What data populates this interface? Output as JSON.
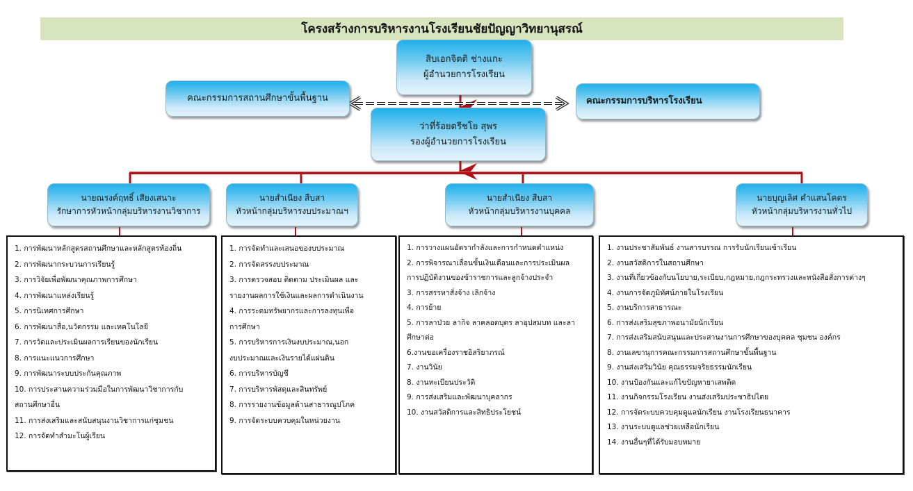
{
  "title": "โครงสร้างการบริหารงานโรงเรียนชัยปัญญาวิทยานุสรณ์",
  "colors": {
    "title_bg": "#d7e4bd",
    "node_top": "#1fb0ec",
    "node_bottom": "#e4f3fb",
    "connector": "#b0101a",
    "task_border": "#111111"
  },
  "director": {
    "name": "สิบเอกจิตติ ช่างแกะ",
    "position": "ผู้อำนวยการโรงเรียน"
  },
  "left_committee": {
    "label": "คณะกรรมการสถานศึกษาขั้นพื้นฐาน"
  },
  "right_committee": {
    "label": "คณะกรรมการบริหารโรงเรียน"
  },
  "deputy": {
    "name": "ว่าที่ร้อยตรีชโย สุพร",
    "position": "รองผู้อำนวยการโรงเรียน"
  },
  "groups": [
    {
      "name": "นายณรงค์ฤทธิ์  เสียงเสนาะ",
      "position": "รักษาการหัวหน้ากลุ่มบริหารงานวิชาการ",
      "tasks": [
        "1. การพัฒนาหลักสูตรสถานศึกษาและหลักสูตรท้องถิ่น",
        "2.  การพัฒนากระบวนการเรียนรู้",
        "3. การวิจัยเพื่อพัฒนาคุณภาพการศึกษา",
        "4. การพัฒนาแหล่งเรียนรู้",
        "5. การนิเทศการศึกษา",
        "6. การพัฒนาสื่อ,นวัตกรรม และเทคโนโลยี",
        "7. การวัดและประเมินผลการเรียนของนักเรียน",
        "8. การแนะแนวการศึกษา",
        "9. การพัฒนาระบบประกันคุณภาพ",
        "10. การประสานความร่วมมือในการพัฒนาวิชาการกับ",
        "สถานศึกษาอื่น",
        "11.  การส่งเสริมและสนับสนุนงานวิชาการแก่ชุมชน",
        "12. การจัดทำสำมะโนผู้เรียน"
      ]
    },
    {
      "name": "นายสำเนียง สืบสา",
      "position": "หัวหน้ากลุ่มบริหารงบประมาณฯ",
      "tasks": [
        "1. การจัดทำและเสนอของบประมาณ",
        "2. การจัดสรรงบประมาณ",
        "3. การตรวจสอบ ติดตาม ประเมินผล และ",
        "รายงานผลการใช้เงินและผลการดำเนินงาน",
        "4. การระดมทรัพยากรและการลงทุนเพื่อ",
        "การศึกษา",
        "5. การบริหารการเงินงบประมาณ,นอก",
        "งบประมาณและเงินรายได้แผ่นดิน",
        "6. การบริหารบัญชี",
        "7. การบริหารพัสดุและสินทรัพย์",
        "8. การรายงานข้อมูลด้านสาธารณูปโภค",
        "9. การจัดระบบควบคุมในหน่วยงาน"
      ]
    },
    {
      "name": "นายสำเนียง  สืบสา",
      "position": "หัวหน้ากลุ่มบริหารงานบุคคล",
      "tasks": [
        "1.  การวางแผนอัตรากำลังและการกำหนดตำแหน่ง",
        "2. การพิจารณาเลื่อนขั้นเงินเดือนและการประเมินผล",
        "การปฏิบัติงานของข้าราชการและลูกจ้างประจำ",
        "3.  การสรรหาสั่งจ้าง เลิกจ้าง",
        "4.  การย้าย",
        "5.  การลาป่วย ลากิจ ลาคลอดบุตร  ลาอุปสมบท และลา",
        "ศึกษาต่อ",
        "6.งานขอเครื่องราชอิสริยาภรณ์",
        "7.  งานวินัย",
        "8. งานทะเบียนประวัติ",
        "9. การส่งเสริมและพัฒนาบุคลากร",
        "10. งานสวัสดิการและสิทธิประโยชน์"
      ]
    },
    {
      "name": "นายบุญเลิศ  คำแสนโคตร",
      "position": "หัวหน้ากลุ่มบริหารงานทั่วไป",
      "tasks": [
        "1. งานประชาสัมพันธ์ งานสารบรรณ การรับนักเรียนเข้าเรียน",
        "2. งานสวัสดิการในสถานศึกษา",
        "3. งานที่เกี่ยวข้องกับนโยบาย,ระเบียบ,กฎหมาย,กฎกระทรวงและหนังสือสั่งการต่างๆ",
        "4. งานการจัดภูมิทัศน์ภายในโรงเรียน",
        "5. งานบริการสาธารณะ",
        "6. การส่งเสริมสุขภาพอนามัยนักเรียน",
        "7. การส่งเสริมสนับสนุนและประสานงานการศึกษาของบุคคล ชุมชน องค์กร",
        "8. งานเลขานุการคณะกรรมการสถานศึกษาขั้นพื้นฐาน",
        "9. งานส่งเสริมวินัย คุณธรรมจริยธรรมนักเรียน",
        "10. งานป้องกันและแก้ไขปัญหายาเสพติด",
        "11. งานกิจกรรมโรงเรียน งานส่งเสริมประชาธิปไตย",
        "12. การจัดระบบควบคุมดูแลนักเรียน งานโรงเรียนธนาคาร",
        "13. งานระบบดูแลช่วยเหลือนักเรียน",
        "14. งานอื่นๆที่ได้รับมอบหมาย"
      ]
    }
  ]
}
